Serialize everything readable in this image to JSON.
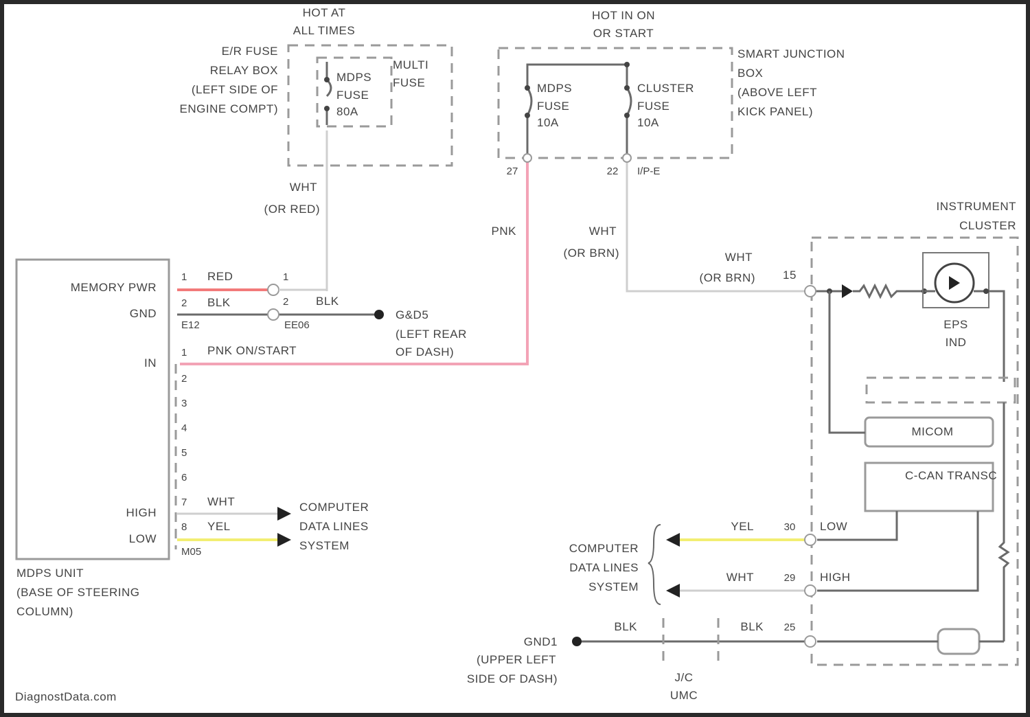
{
  "fuse_box": {
    "hot_line1": "HOT AT",
    "hot_line2": "ALL TIMES",
    "name_line1": "E/R FUSE",
    "name_line2": "RELAY BOX",
    "name_line3": "(LEFT SIDE OF",
    "name_line4": "ENGINE COMPT)",
    "fuse_line1": "MDPS",
    "fuse_line2": "FUSE",
    "fuse_line3": "80A",
    "multi_line1": "MULTI",
    "multi_line2": "FUSE"
  },
  "junction_box": {
    "hot_line1": "HOT IN ON",
    "hot_line2": "OR START",
    "name_line1": "SMART JUNCTION",
    "name_line2": "BOX",
    "name_line3": "(ABOVE LEFT",
    "name_line4": "KICK PANEL)",
    "fuse1_line1": "MDPS",
    "fuse1_line2": "FUSE",
    "fuse1_line3": "10A",
    "fuse2_line1": "CLUSTER",
    "fuse2_line2": "FUSE",
    "fuse2_line3": "10A",
    "pin1": "27",
    "pin2": "22",
    "pin2_conn": "I/P-E"
  },
  "wires": {
    "wht_or_red_1": "WHT",
    "wht_or_red_2": "(OR RED)",
    "pnk": "PNK",
    "wht_or_brn_1": "WHT",
    "wht_or_brn_2": "(OR BRN)",
    "wht_or_brn_b1": "WHT",
    "wht_or_brn_b2": "(OR BRN)",
    "red": "RED",
    "blk": "BLK",
    "blk2": "BLK",
    "pnk_onstart": "PNK ON/START",
    "wht": "WHT",
    "yel": "YEL",
    "yel2": "YEL",
    "wht2": "WHT",
    "blk3": "BLK",
    "blk4": "BLK"
  },
  "mdps_unit": {
    "memory_pwr": "MEMORY PWR",
    "gnd": "GND",
    "ign": "IN",
    "high": "HIGH",
    "low": "LOW",
    "name_line1": "MDPS UNIT",
    "name_line2": "(BASE OF STEERING",
    "name_line3": "COLUMN)",
    "pins": [
      "1",
      "2",
      "1",
      "2",
      "3",
      "4",
      "5",
      "6",
      "7",
      "8"
    ],
    "conn_e12": "E12",
    "conn_m05": "M05",
    "pin_b1": "1",
    "pin_b2": "2"
  },
  "ground": {
    "g_label": "G&D5",
    "g_line2": "(LEFT REAR",
    "g_line3": "OF DASH)",
    "conn": "EE06",
    "gnd2_line1": "GND1",
    "gnd2_line2": "(UPPER LEFT",
    "gnd2_line3": "SIDE OF DASH)"
  },
  "data_lines_left": {
    "line1": "COMPUTER",
    "line2": "DATA LINES",
    "line3": "SYSTEM"
  },
  "data_lines_right": {
    "line1": "COMPUTER",
    "line2": "DATA LINES",
    "line3": "SYSTEM"
  },
  "cluster": {
    "name_line1": "INSTRUMENT",
    "name_line2": "CLUSTER",
    "pin_15": "15",
    "pin_30": "30",
    "pin_29": "29",
    "pin_25": "25",
    "low": "LOW",
    "high": "HIGH",
    "eps_line1": "EPS",
    "eps_line2": "IND",
    "micom": "MICOM",
    "ccan": "C-CAN TRANSC",
    "jc_line1": "J/C",
    "jc_line2": "UMC"
  },
  "watermark": "DiagnostData.com",
  "colors": {
    "red_wire": "#f27a7a",
    "pink_wire": "#f3a3b6",
    "yellow_wire": "#f2ee72",
    "light_wire": "#d2d2d2",
    "dark_wire": "#6b6b6b"
  }
}
